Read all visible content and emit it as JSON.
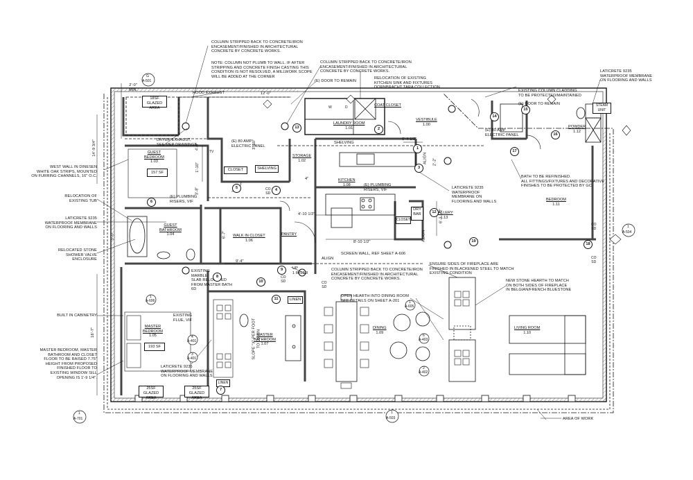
{
  "notes": {
    "n_col_stripped_top": "COLUMN STRIPPED BACK TO CONCRETE/IRON\nENCASEMENT/FINISHED IN ARCHITECTURAL\nCONCRETE BY CONCRETE WORKS.",
    "n_col_not_plumb": "NOTE: COLUMN NOT PLUMB TO WALL. IF AFTER\nSTRIPPING AND CONCRETE FINISH CASTING THIS\nCONDITION IS NOT RESOLVED, A MILLWORK SCOPE\nWILL BE ADDED AT THE CORNER",
    "n_col_stripped_mid": "COLUMN STRIPPED BACK TO CONCRETE/IRON\nENCASEMENT/FINISHED IN ARCHITECTURAL\nCONCRETE BY CONCRETE WORKS.",
    "n_relocation_sink": "RELOCATION OF EXISTING\nKITCHEN SINK AND FIXTURES\nDORNBRACHT TARA COLLECTION",
    "n_door_remain_1": "(E) DOOR TO REMAIN",
    "n_hood": "HOOD EXHAUST",
    "n_col_cladding": "EXISTING COLUMN CLADDING\nTO BE PROTECTED/MAINTAINED",
    "n_door_remain_2": "(E) DOOR TO REMAIN",
    "n_laticrete_tr": "LATICRETE 9235\nWATERPROOF MEMBRANE\nON FLOORING AND WALLS",
    "n_electric_r": "(E) 80 AMP\nELECTRIC PANEL",
    "n_dryer": "DRYER EXHAUST,\nSEE MEP DRAWINGS",
    "n_electric_l": "(E) 80 AMP\nELECTRIC PANEL",
    "n_west_wall": "WEST WALL IN DINESEN\nWHITE OAK STRIPS, MOUNTED\nON FURRING CHANNELS, 16\" O.C.",
    "n_bath_refinish": "BATH TO BE REFINISHED.\nALL FITTINGS/FIXTURES AND DECORATIVE\nFINISHES TO BE PROTECTED BY GC.",
    "n_relocation_tub": "RELOCATION OF\nEXISTING TUB",
    "n_plumbing_1": "(E) PLUMBING\nRISERS, VIF",
    "n_plumbing_2": "(E) PLUMBING\nRISERS, VIF",
    "n_laticrete_kitchen": "LATICRETE 9235\nWATERPROOF\nMEMBRANE ON\nFLOORING AND WALLS",
    "n_laticrete_l": "LATICRETE 9235\nWATERPROOF MEMBRANE\nON FLOORING AND WALLS",
    "n_relocated_stone": "RELOCATED STONE\nSHOWER VALVE\nENCLOSURE",
    "n_screen_wall": "SCREEN WALL, REF SHEET A-606",
    "n_align_1": "ALIGN",
    "n_align_2": "ALIGN",
    "n_align_3": "ALIGN",
    "n_marble": "EXISTING\nMARBLE\nSLAB RELOCATED\nFROM MASTER BATH\n6D",
    "n_col_stripped_bot": "COLUMN STRIPPED BACK TO CONCRETE/IRON\nENCASEMENT/FINISHED IN ARCHITECTURAL\nCONCRETE BY CONCRETE WORKS.",
    "n_fireplace": "ENSURE SIDES OF FIREPLACE ARE\nFINISHED IN BLACKENED STEEL TO MATCH\nEXISTING CONDITION",
    "n_new_stone": "NEW STONE HEARTH TO MATCH\nON BOTH SIDES OF FIREPLACE\nIN BELGIAN/FRENCH BLUESTONE",
    "n_open_hearth": "OPEN HEARTH INTO DINING ROOM\nSEE DETAILS ON SHEET A-201",
    "n_built_in": "BUILT IN CABINETRY",
    "n_existing_flue": "EXISTING\nFLUE, VIF",
    "n_laticrete_bot": "LATICRETE 9235\nWATERPROOF MEMBRANE\nON FLOORING AND WALLS",
    "n_master_floor": "MASTER BEDROOM, MASTER\nBATHROOM AND CLOSET\nFLOOR TO BE RAISED 7.75\"\nHEIGHT FROM PROPOSED\nFINISHED FLOOR TO\nEXISTING WINDOW SILL\nOPENING IS 1'-9 1/4\".",
    "n_area_of_work": "AREA OF WORK",
    "n_slope": "SLOPE \"X\" PER FOOT\nTO DRAIN",
    "n_up": "UP\n1 RISER"
  },
  "rooms": {
    "coat_closet": {
      "name": "COAT CLOSET"
    },
    "vestibule": {
      "name": "VESTIBULE",
      "num": "1.00"
    },
    "laundry": {
      "name": "LAUNDRY ROOM",
      "num": "1.01"
    },
    "guest_bedroom": {
      "name": "GUEST\nBEDROOM",
      "num": "1.03",
      "area": "157 SF"
    },
    "storage": {
      "name": "STORAGE",
      "num": "1.02"
    },
    "kitchen": {
      "name": "KITCHEN",
      "num": "1.08"
    },
    "gallery": {
      "name": "GALLERY",
      "num": "1.13"
    },
    "powder": {
      "name": "POWDER",
      "num": "1.12"
    },
    "bedroom": {
      "name": "BEDROOM",
      "num": "1.11"
    },
    "guest_bathroom": {
      "name": "GUEST\nBATHROOM",
      "num": "1.04"
    },
    "walk_in": {
      "name": "WALK IN CLOSET",
      "num": "1.06"
    },
    "pantry": {
      "name": "PANTRY"
    },
    "master_bedroom": {
      "name": "MASTER\nBEDROOM",
      "num": "1.05",
      "area": "193 SF"
    },
    "master_bathroom": {
      "name": "MASTER\nBATHROOM",
      "num": "1.07"
    },
    "dining": {
      "name": "DINING",
      "num": "1.09"
    },
    "living": {
      "name": "LIVING ROOM",
      "num": "1.10"
    }
  },
  "boxes": {
    "closet_1": "CLOSET",
    "shelving_1": "SHELVING",
    "shelving_2": "SHELVING",
    "closet_2": "CLOSET",
    "dry_bar": "DRY\nBAR",
    "linen_1": "LINEN",
    "linen_2": "LINEN",
    "glazed_top": "18SF\nGLAZED AREA",
    "glazed_b1": "25SF\nGLAZED AREA",
    "glazed_b2": "25SF\nGLAZED AREA",
    "steam": "STEAM\nUNIT"
  },
  "dims": {
    "d_12_0": "12'-0\"",
    "d_2_0": "2'-0\"\nMIN.",
    "d_14_9": "14'-9 3/4\"",
    "d_6_4": "6'-4 1/2\"",
    "d_1_10": "1'-10\"",
    "d_4_0": "4'-0\"",
    "d_3_8": "3'-8\"",
    "d_4": "4\"",
    "d_4_10": "4'-10 1/2\"",
    "d_8_10": "8'-10 1/2\"",
    "d_9_4": "9'-4\"",
    "d_5_0": "5'-0\"",
    "d_16_7": "16'-7\"",
    "d_6_7": "6'-7\"",
    "d_3_10": "3'-10\"",
    "d_2_2": "2'-2\"",
    "d_6_2": "6'-2 1/2\""
  },
  "keys": [
    "1",
    "2",
    "3",
    "4",
    "5",
    "6",
    "7",
    "8",
    "9",
    "10",
    "11",
    "12",
    "13",
    "14",
    "15",
    "16",
    "17",
    "18",
    "19"
  ],
  "sheet_refs": {
    "ref_top": {
      "n": "G",
      "s": "A-501"
    },
    "ref_right": {
      "n": "1",
      "s": "A-504"
    },
    "ref_bottom": {
      "n": "1",
      "s": "A-503"
    },
    "ref_left_bottom": {
      "n": "1",
      "s": "A-701"
    },
    "ref_605": {
      "n": "1",
      "s": "A-605"
    },
    "ref_606": {
      "n": "1",
      "s": "A-606"
    },
    "ref_401a": {
      "n": "4",
      "s": "A-401"
    },
    "ref_401b": {
      "n": "3",
      "s": "A-401"
    },
    "ref_402": {
      "n": "2",
      "s": "A-402"
    },
    "ref_403": {
      "n": "6",
      "s": "A-403"
    }
  },
  "codes": {
    "co_sd": "CO\nSD",
    "w": "W",
    "d": "D",
    "tv": "TV"
  },
  "colors": {
    "ink": "#111111",
    "hatch": "#888888",
    "wall": "#555555"
  }
}
